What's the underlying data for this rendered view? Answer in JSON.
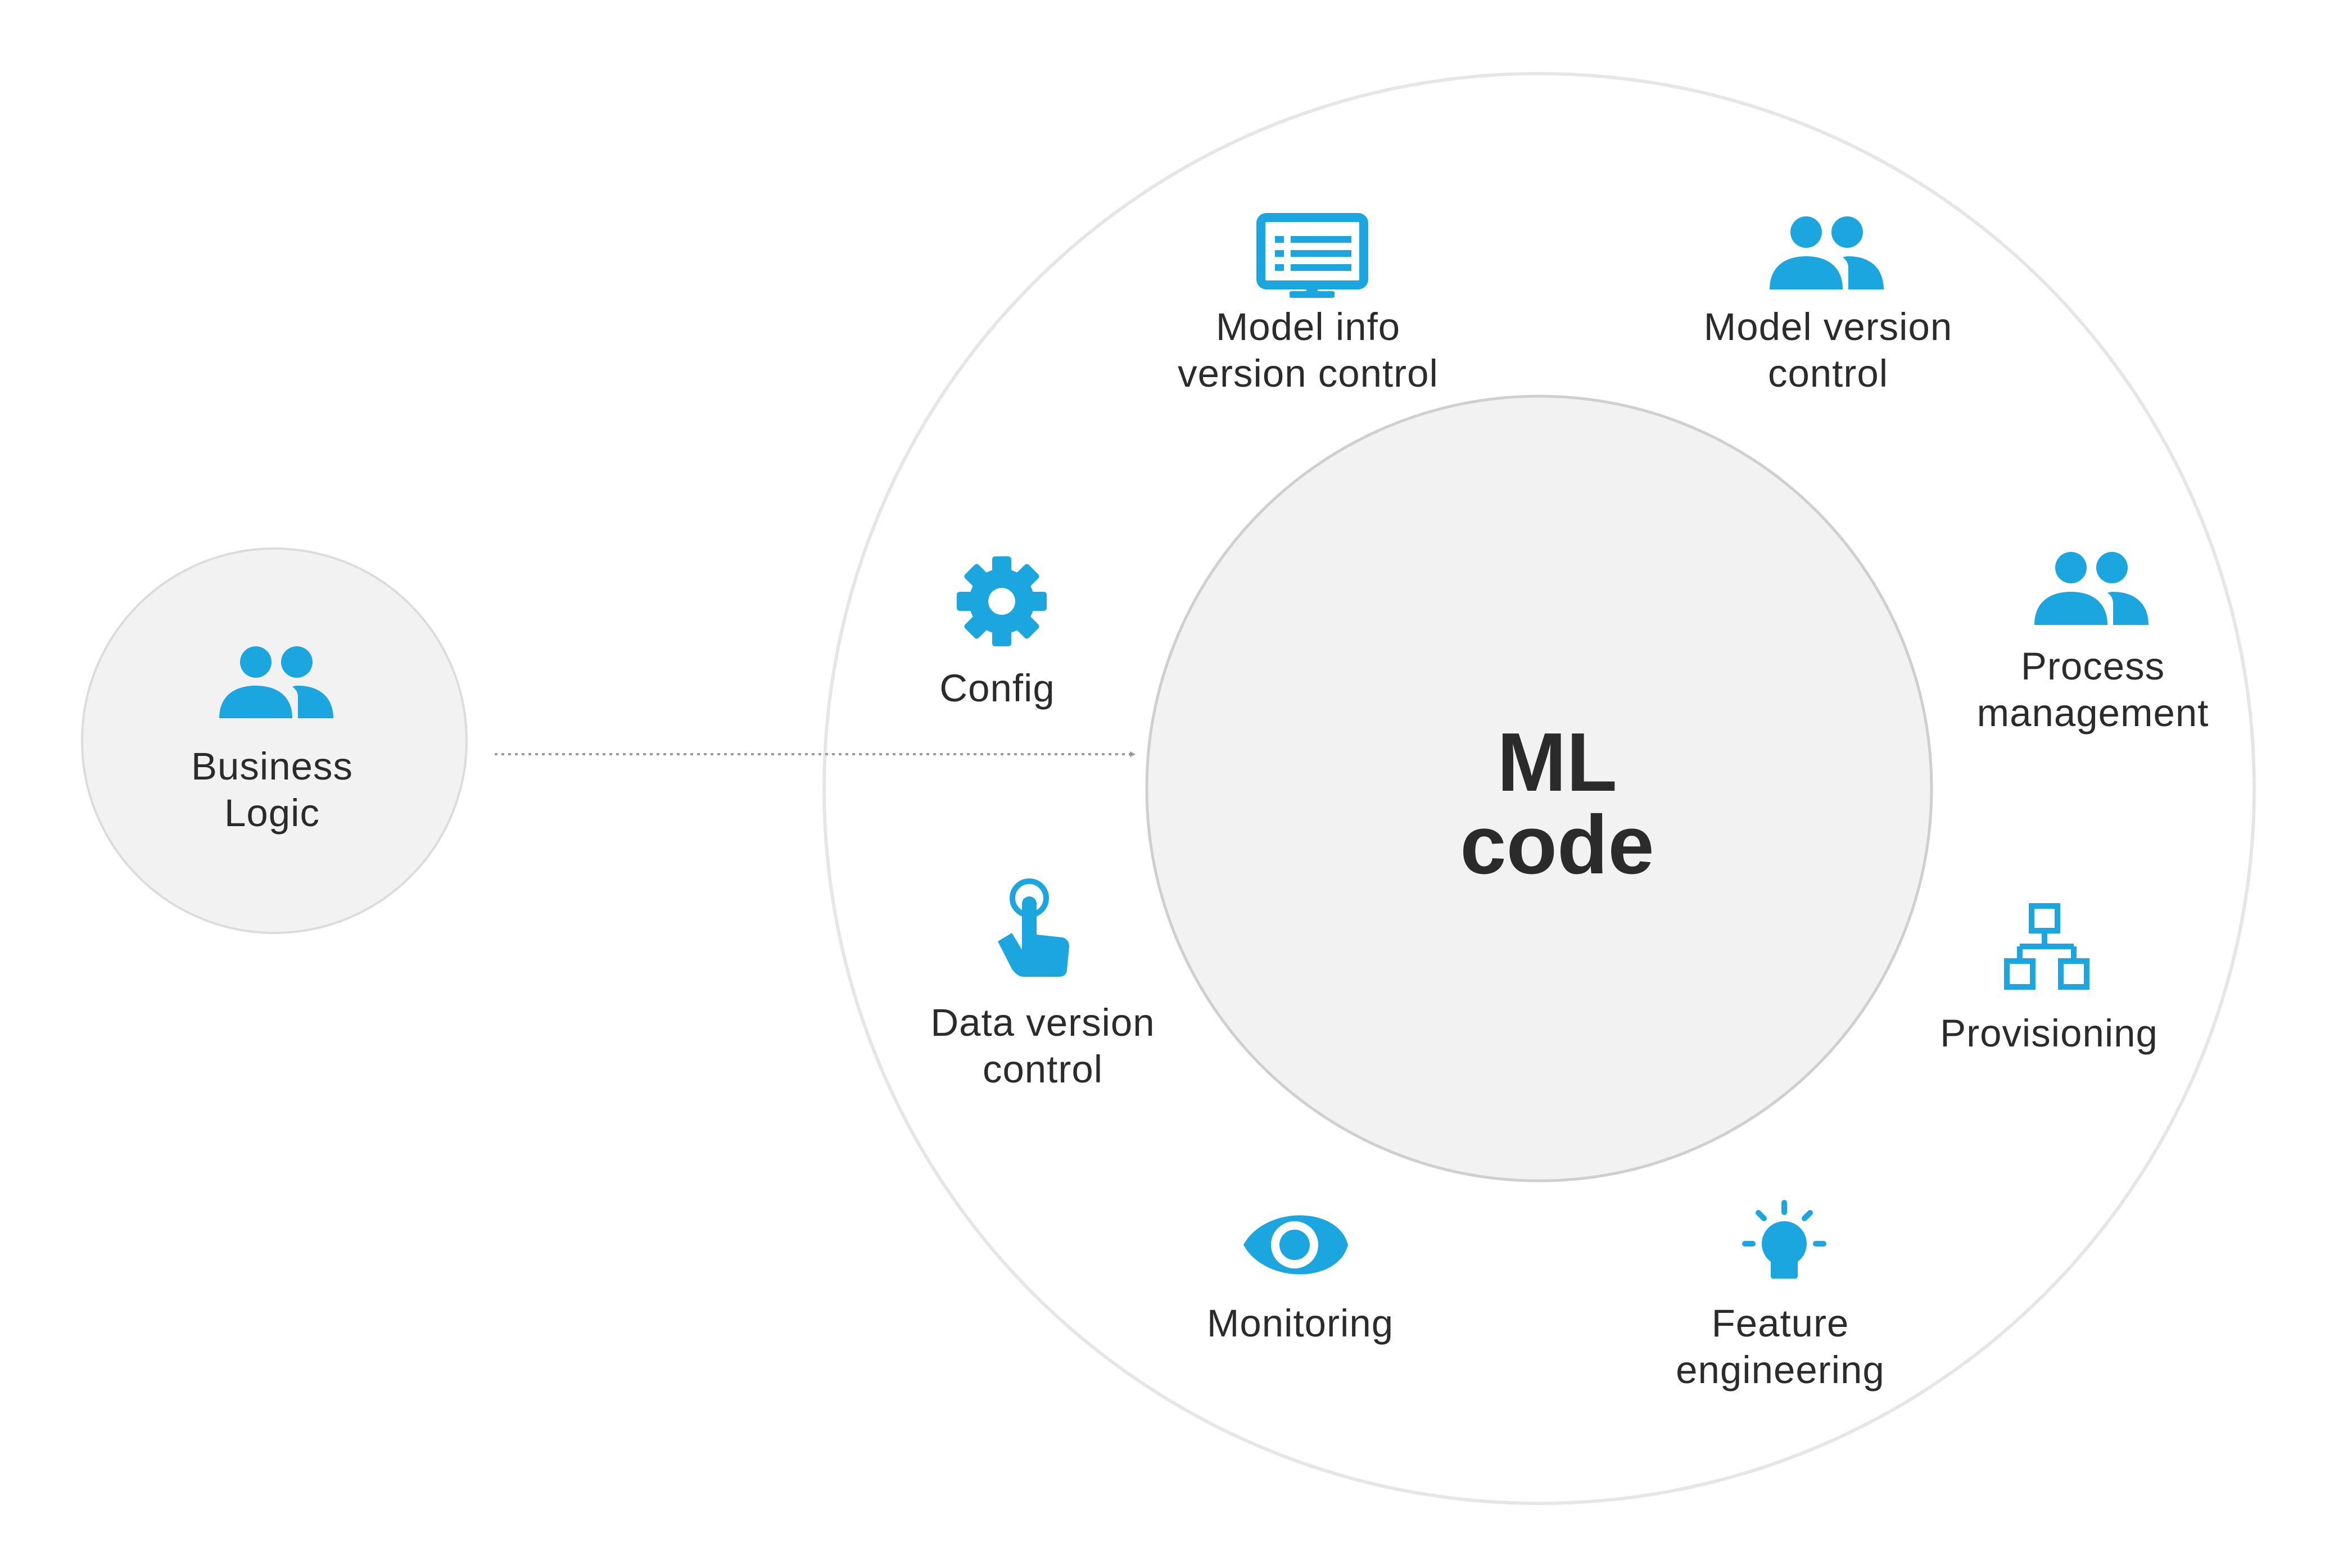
{
  "core": {
    "line1": "ML",
    "line2": "code"
  },
  "business": {
    "line1": "Business",
    "line2": "Logic",
    "icon": "users-icon"
  },
  "components": [
    {
      "id": "model-info-version-control",
      "line1": "Model info",
      "line2": "version control",
      "icon": "monitor-list-icon"
    },
    {
      "id": "model-version-control",
      "line1": "Model version",
      "line2": "control",
      "icon": "users-icon"
    },
    {
      "id": "config",
      "line1": "Config",
      "line2": "",
      "icon": "gear-icon"
    },
    {
      "id": "process-management",
      "line1": "Process",
      "line2": "management",
      "icon": "users-icon"
    },
    {
      "id": "data-version-control",
      "line1": "Data version",
      "line2": "control",
      "icon": "hand-pointer-icon"
    },
    {
      "id": "provisioning",
      "line1": "Provisioning",
      "line2": "",
      "icon": "hierarchy-icon"
    },
    {
      "id": "monitoring",
      "line1": "Monitoring",
      "line2": "",
      "icon": "eye-icon"
    },
    {
      "id": "feature-engineering",
      "line1": "Feature",
      "line2": "engineering",
      "icon": "lightbulb-icon"
    }
  ],
  "colors": {
    "icon": "#1ba6e0",
    "text": "#2b2b2b",
    "circle_fill": "#f2f2f2",
    "circle_stroke": "#cfcfcf",
    "outer_stroke": "#e6e6e6",
    "arrow": "#9a9a9a"
  }
}
